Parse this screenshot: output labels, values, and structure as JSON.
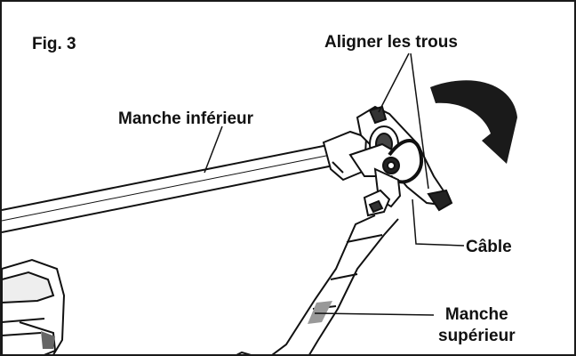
{
  "figure": {
    "number": "Fig. 3"
  },
  "labels": {
    "align_holes": "Aligner les trous",
    "lower_handle": "Manche inférieur",
    "cable": "Câble",
    "upper_handle_line1": "Manche",
    "upper_handle_line2": "supérieur"
  },
  "icons": {
    "rotation_arrow": "curved-rotation-arrow-icon"
  },
  "colors": {
    "ink": "#111111",
    "arrow_fill": "#1a1a1a",
    "background": "#ffffff"
  }
}
